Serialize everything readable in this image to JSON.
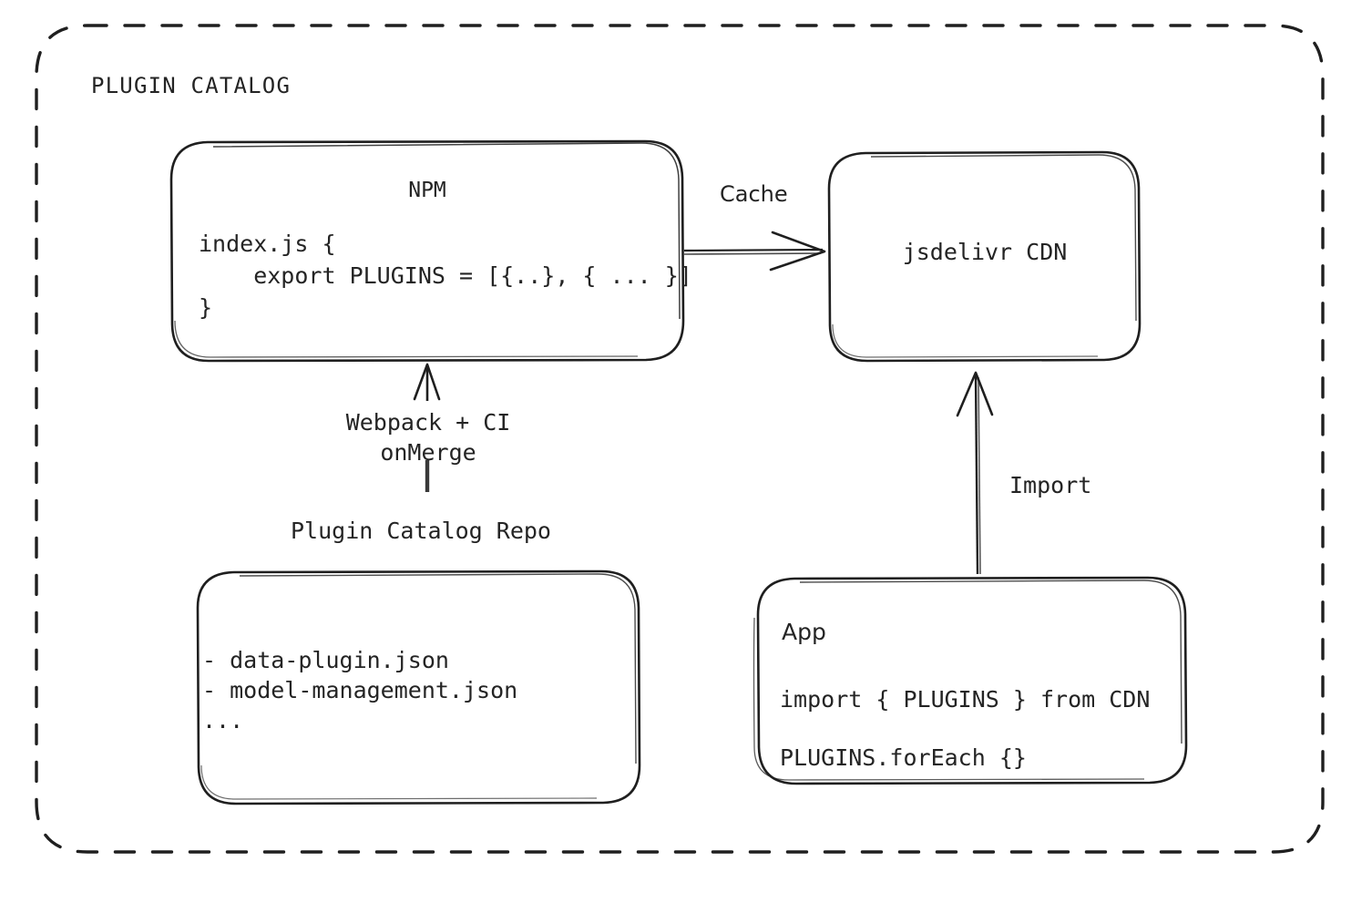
{
  "diagram": {
    "title": "PLUGIN CATALOG",
    "background_color": "#ffffff",
    "stroke_color": "#1f1f1f",
    "text_color": "#242424",
    "border_style": "dashed-rounded",
    "nodes": {
      "npm": {
        "name": "NPM",
        "title": "NPM",
        "code_block": "index.js {\n    export PLUGINS = [{..}, { ... }]\n}"
      },
      "cdn": {
        "name": "jsdelivr CDN",
        "title": "jsdelivr CDN"
      },
      "repo": {
        "name": "Plugin Catalog Repo",
        "label": "Plugin Catalog Repo",
        "files": "- data-plugin.json\n- model-management.json\n..."
      },
      "app": {
        "name": "App",
        "title": "App",
        "code_block": "import { PLUGINS } from CDN\nPLUGINS.forEach {}"
      }
    },
    "edges": {
      "npm_to_cdn": {
        "label": "Cache",
        "from": "NPM",
        "to": "jsdelivr CDN",
        "direction": "right"
      },
      "repo_to_npm": {
        "label": "Webpack + CI\nonMerge",
        "from": "Plugin Catalog Repo",
        "to": "NPM",
        "direction": "up"
      },
      "app_to_cdn": {
        "label": "Import",
        "from": "App",
        "to": "jsdelivr CDN",
        "direction": "up"
      }
    }
  }
}
